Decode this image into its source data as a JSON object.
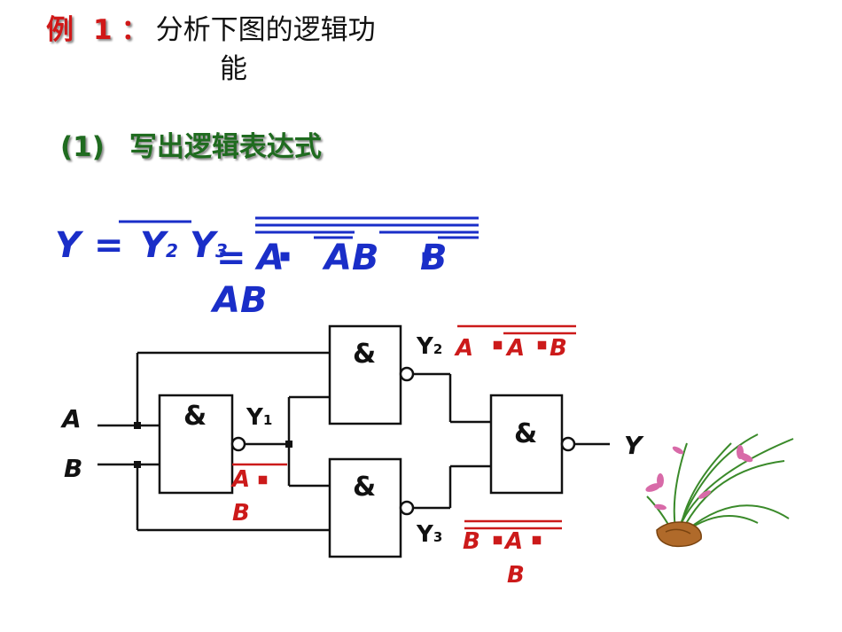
{
  "title": {
    "example_label": "例",
    "example_number": "1",
    "colon": "：",
    "text_line1": "分析下图的逻辑功",
    "text_line2": "能"
  },
  "step": {
    "number": "(1)",
    "text": "写出逻辑表达式"
  },
  "expression": {
    "y": "Y",
    "eq": "=",
    "y2": "Y",
    "y2_sub": "2",
    "y3": "Y",
    "y3_sub": "3",
    "eq2": "=",
    "a": "A",
    "ab": "AB",
    "b": "B",
    "ab_line2": "AB"
  },
  "circuit": {
    "input_a": "A",
    "input_b": "B",
    "gate_symbol": "&",
    "y1": "Y",
    "y1_sub": "1",
    "y2": "Y",
    "y2_sub": "2",
    "y3": "Y",
    "y3_sub": "3",
    "output": "Y",
    "y1_expr_line1": "A",
    "y1_expr_line2": "B",
    "y2_expr_a": "A",
    "y2_expr_ab": "A",
    "y2_expr_b": "B",
    "y3_expr_b": "B",
    "y3_expr_a": "A",
    "y3_expr_line2": "B"
  },
  "colors": {
    "title_red": "#d01818",
    "step_green": "#1f6b1f",
    "expr_blue": "#1a2ec8",
    "annotation_red": "#cc1a1a"
  }
}
